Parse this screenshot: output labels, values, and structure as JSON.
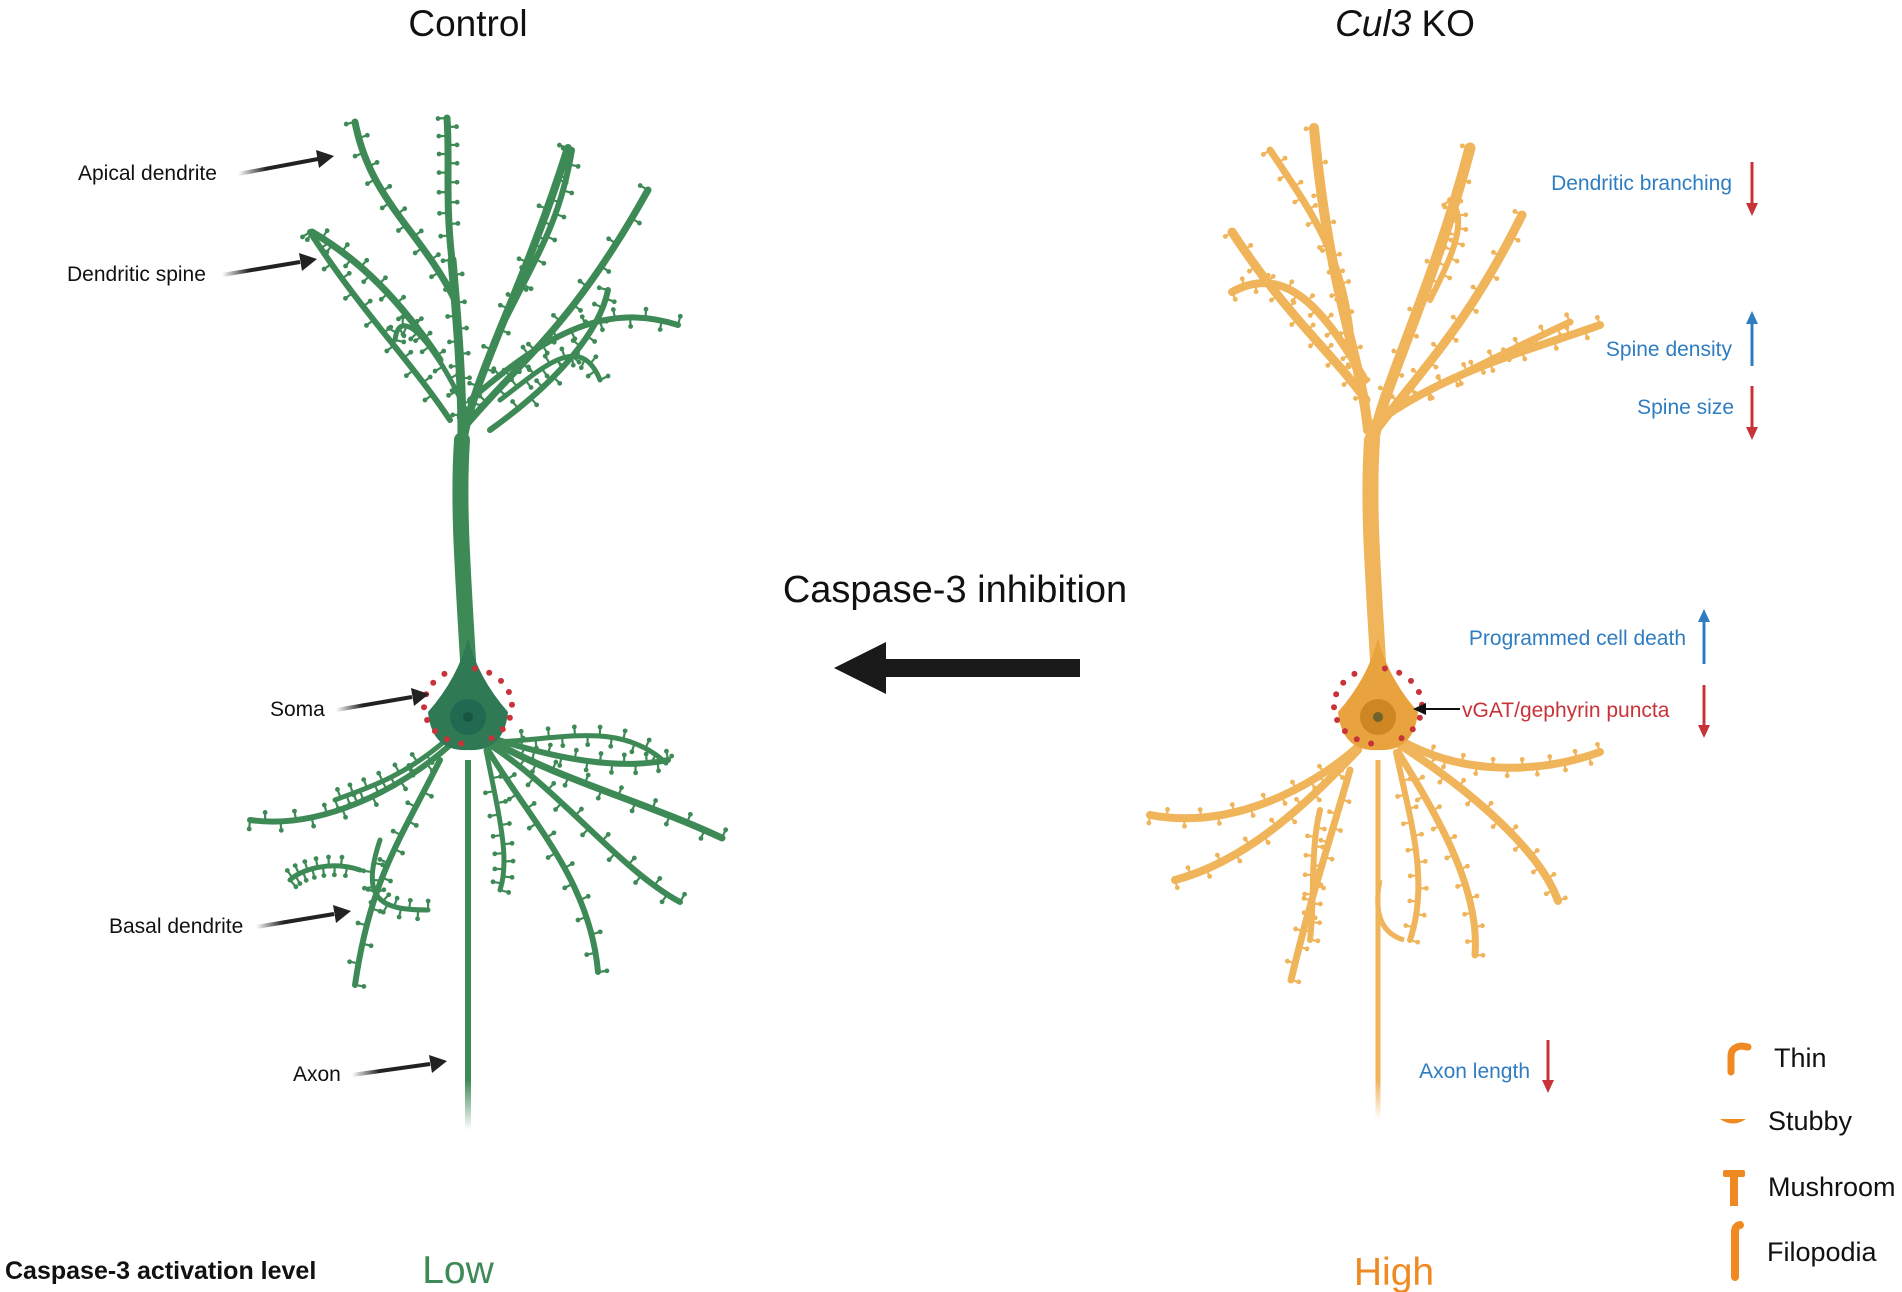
{
  "panels": {
    "control": {
      "title": "Control",
      "labels": {
        "apical": "Apical dendrite",
        "spine": "Dendritic spine",
        "soma": "Soma",
        "basal": "Basal dendrite",
        "axon": "Axon"
      },
      "level": "Low",
      "color": "#3e8a56",
      "soma_color": "#2f7a55",
      "nucleus_color": "#1e6650"
    },
    "ko": {
      "title_italic": "Cul3",
      "title_rest": " KO",
      "color": "#f0b45a",
      "soma_color": "#e9a33e",
      "nucleus_color": "#c9811f",
      "level": "High",
      "annotations": {
        "dendritic_branching": "Dendritic branching",
        "spine_density": "Spine density",
        "spine_size": "Spine size",
        "programmed_cell_death": "Programmed cell death",
        "vgat_puncta": "vGAT/gephyrin puncta",
        "axon_length": "Axon length"
      }
    }
  },
  "center": {
    "label": "Caspase-3 inhibition"
  },
  "footer": {
    "label": "Caspase-3 activation level"
  },
  "legend": {
    "items": [
      {
        "name": "Thin"
      },
      {
        "name": "Stubby"
      },
      {
        "name": "Mushroom"
      },
      {
        "name": "Filopodia"
      }
    ],
    "color": "#ef8a22"
  },
  "colors": {
    "up": "#2f7dc1",
    "down": "#c8333a",
    "blue_text": "#2f7dc1",
    "red_text": "#c8333a",
    "puncta": "#c8333a",
    "low_text": "#3e8a56",
    "high_text": "#ef8a22"
  }
}
